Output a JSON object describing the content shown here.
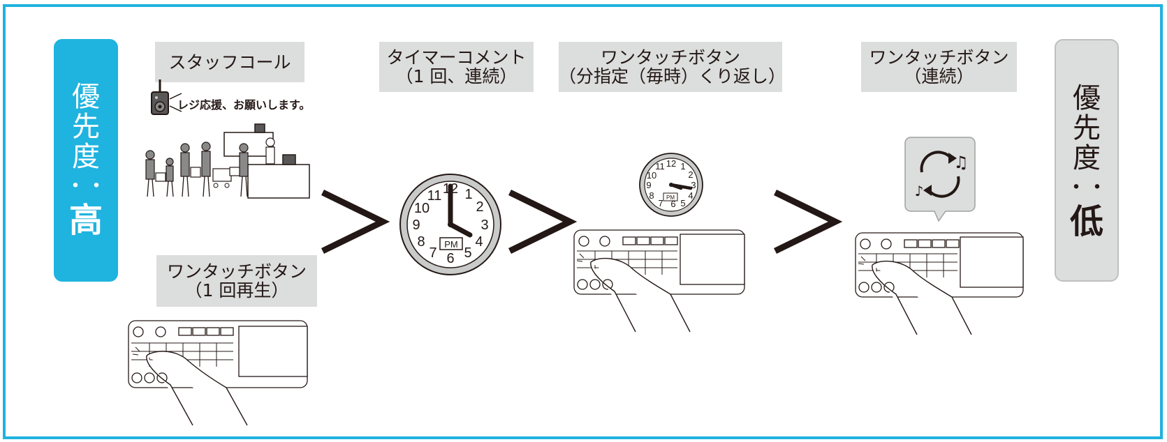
{
  "priority_high": {
    "chars": [
      "優",
      "先",
      "度"
    ],
    "colon": "・・",
    "level": "高"
  },
  "priority_low": {
    "chars": [
      "優",
      "先",
      "度"
    ],
    "colon": "・・",
    "level": "低"
  },
  "staff_call": {
    "label": "スタッフコール",
    "speech": "レジ応援、お願いします。"
  },
  "one_touch_single": {
    "line1": "ワンタッチボタン",
    "line2": "（1 回再生）"
  },
  "timer_comment": {
    "line1": "タイマーコメント",
    "line2": "（1 回、連続）",
    "clock_numbers": [
      "12",
      "1",
      "2",
      "3",
      "4",
      "5",
      "6",
      "7",
      "8",
      "9",
      "10",
      "11"
    ],
    "clock_badge": "PM"
  },
  "one_touch_repeat_minute": {
    "line1": "ワンタッチボタン",
    "line2": "（分指定（毎時）くり返し）",
    "clock_numbers": [
      "12",
      "1",
      "2",
      "3",
      "4",
      "5",
      "6",
      "7",
      "8",
      "9",
      "10",
      "11"
    ],
    "clock_badge": "PM"
  },
  "one_touch_continuous": {
    "line1": "ワンタッチボタン",
    "line2": "（連続）"
  },
  "icons": [
    "speaker-icon",
    "clock-icon",
    "repeat-music-icon",
    "control-panel-icon",
    "hand-icon"
  ]
}
